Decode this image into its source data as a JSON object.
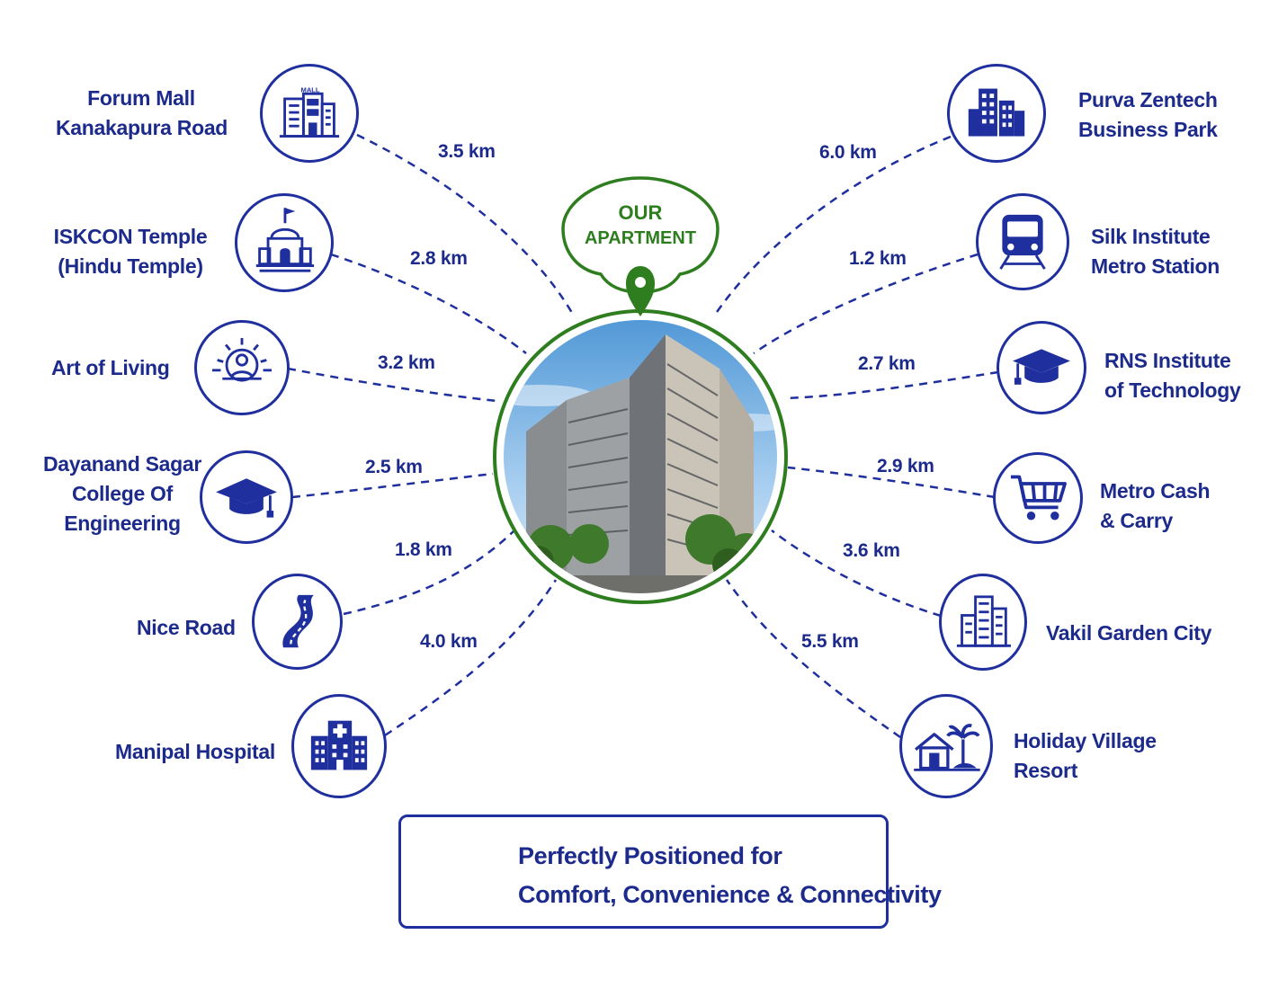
{
  "center": {
    "badge_line1": "OUR",
    "badge_line2": "APARTMENT",
    "accent_color": "#2e7d1f",
    "icon": "map-pin-icon",
    "image": "apartment-tower-photo"
  },
  "places": [
    {
      "id": "forum-mall",
      "name_lines": [
        "Forum Mall",
        "Kanakapura Road"
      ],
      "distance": "3.5 km",
      "icon": "mall-icon"
    },
    {
      "id": "iskcon",
      "name_lines": [
        "ISKCON Temple",
        "(Hindu Temple)"
      ],
      "distance": "2.8 km",
      "icon": "temple-icon"
    },
    {
      "id": "art-of-living",
      "name_lines": [
        "Art of Living"
      ],
      "distance": "3.2 km",
      "icon": "meditation-icon"
    },
    {
      "id": "dayanand",
      "name_lines": [
        "Dayanand Sagar",
        "College Of",
        "Engineering"
      ],
      "distance": "2.5 km",
      "icon": "graduation-cap-icon"
    },
    {
      "id": "nice-road",
      "name_lines": [
        "Nice Road"
      ],
      "distance": "1.8 km",
      "icon": "road-icon"
    },
    {
      "id": "manipal",
      "name_lines": [
        "Manipal Hospital"
      ],
      "distance": "4.0 km",
      "icon": "hospital-icon"
    },
    {
      "id": "purva",
      "name_lines": [
        "Purva Zentech",
        "Business Park"
      ],
      "distance": "6.0 km",
      "icon": "office-buildings-icon"
    },
    {
      "id": "silk-metro",
      "name_lines": [
        "Silk Institute",
        "Metro Station"
      ],
      "distance": "1.2 km",
      "icon": "metro-train-icon"
    },
    {
      "id": "rns",
      "name_lines": [
        "RNS Institute",
        "of Technology"
      ],
      "distance": "2.7 km",
      "icon": "graduation-cap-icon"
    },
    {
      "id": "metro-cash",
      "name_lines": [
        "Metro Cash",
        "& Carry"
      ],
      "distance": "2.9 km",
      "icon": "shopping-cart-icon"
    },
    {
      "id": "vakil",
      "name_lines": [
        "Vakil Garden City"
      ],
      "distance": "3.6 km",
      "icon": "skyscraper-icon"
    },
    {
      "id": "holiday",
      "name_lines": [
        "Holiday Village",
        "Resort"
      ],
      "distance": "5.5 km",
      "icon": "resort-house-icon"
    }
  ],
  "tagline": {
    "line1": "Perfectly Positioned for",
    "line2": "Comfort, Convenience & Connectivity",
    "icon": "map-pin-icon"
  },
  "colors": {
    "primary": "#1f2f9e",
    "text": "#1c2a8c",
    "green": "#2e7d1f"
  },
  "mall_sign": "MALL"
}
